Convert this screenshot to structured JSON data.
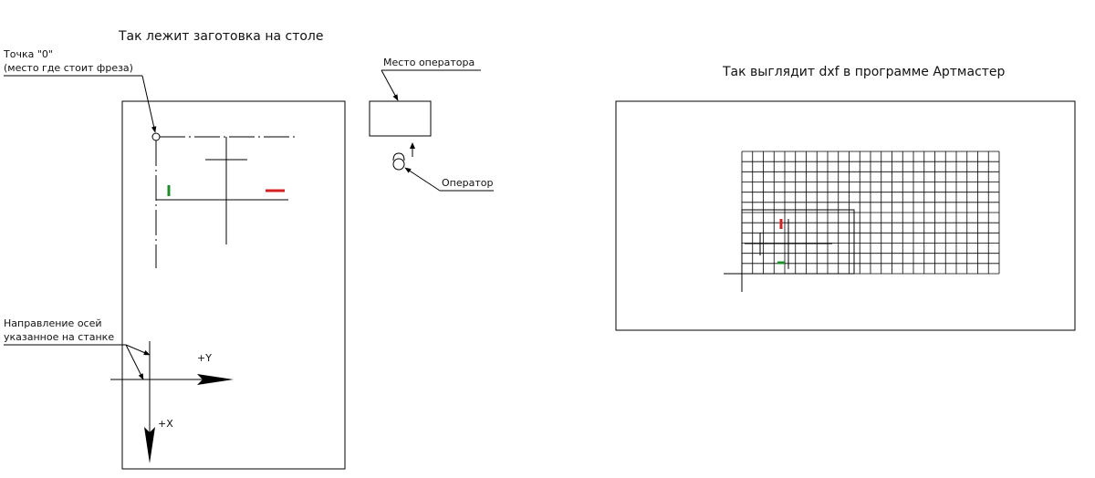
{
  "title_table": "Так лежит заготовка на столе",
  "title_dxf": "Так выглядит dxf в программе Артмастер",
  "label_zero_line1": "Точка \"0\"",
  "label_zero_line2": "(место где стоит фреза)",
  "label_operator_place": "Место оператора",
  "label_operator": "Оператор",
  "label_axes_line1": "Направление осей",
  "label_axes_line2": "указанное на станке",
  "axis_y": "+Y",
  "axis_x": "+X",
  "colors": {
    "red_marker": "#d42020",
    "green_marker": "#1e8c2a",
    "line": "#000000"
  },
  "grid": {
    "columns": 24,
    "rows": 12
  }
}
